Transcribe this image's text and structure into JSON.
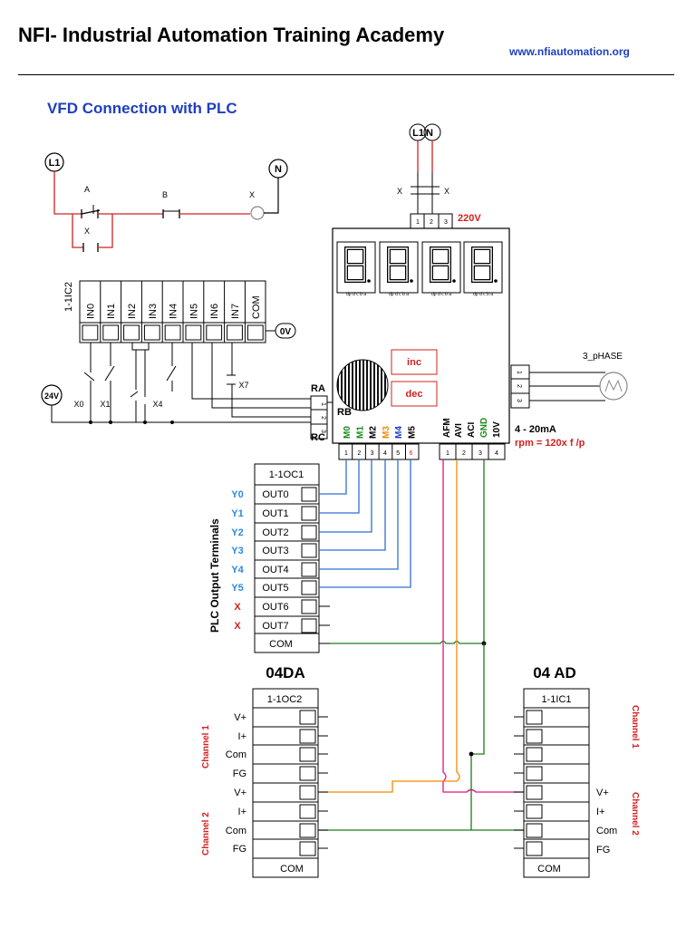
{
  "header": {
    "title": "NFI- Industrial Automation Training Academy",
    "url": "www.nfiautomation.org"
  },
  "page_title": "VFD Connection with PLC",
  "colors": {
    "blue": "#1f3fbf",
    "red": "#d42020",
    "green": "#1a8a1a",
    "orange": "#f08a00",
    "magenta": "#e0158a",
    "wire_blue": "#2f6fd0",
    "wire_green": "#1d7a1d"
  },
  "motor_circuit": {
    "l1": "L1",
    "n": "N",
    "contact_a": "A",
    "contact_b": "B",
    "contact_x": "X",
    "coil_x": "X"
  },
  "input_module": {
    "name": "1-1IC2",
    "terminals": [
      "IN0",
      "IN1",
      "IN2",
      "IN3",
      "IN4",
      "IN5",
      "IN6",
      "IN7",
      "COM"
    ],
    "zero_v": "0V",
    "supply": "24V",
    "contacts": [
      "X0",
      "X1",
      "X4",
      "X7"
    ]
  },
  "vfd": {
    "supply_l1": "L1",
    "supply_n": "N",
    "supply_contacts": [
      "X",
      "X"
    ],
    "supply_pins": [
      "1",
      "2",
      "3"
    ],
    "voltage": "220V",
    "inc": "inc",
    "dec": "dec",
    "relay_labels": [
      "RA",
      "RB",
      "RC"
    ],
    "relay_pins": [
      "1",
      "2",
      "3"
    ],
    "motor_label": "3_pHASE",
    "motor_pins": [
      "1",
      "2",
      "3"
    ],
    "multi_inputs": [
      "M0",
      "M1",
      "M2",
      "M3",
      "M4",
      "M5"
    ],
    "multi_pins": [
      "1",
      "2",
      "3",
      "4",
      "5",
      "6"
    ],
    "analog_terms": [
      "AFM",
      "AVI",
      "ACI",
      "GND",
      "10V"
    ],
    "analog_pins": [
      "1",
      "2",
      "3",
      "4"
    ],
    "current_range": "4 - 20mA",
    "rpm_formula": "rpm = 120x f /p",
    "segment_letters": "dp d c b a"
  },
  "output_module": {
    "name": "1-1OC1",
    "side_title": "PLC Output Terminals",
    "terminals": [
      "OUT0",
      "OUT1",
      "OUT2",
      "OUT3",
      "OUT4",
      "OUT5",
      "OUT6",
      "OUT7"
    ],
    "labels": [
      "Y0",
      "Y1",
      "Y2",
      "Y3",
      "Y4",
      "Y5",
      "X",
      "X"
    ],
    "com": "COM"
  },
  "da_module": {
    "title": "04DA",
    "name": "1-1OC2",
    "channel1": "Channel 1",
    "channel2": "Channel 2",
    "terminals": [
      "V+",
      "I+",
      "Com",
      "FG",
      "V+",
      "I+",
      "Com",
      "FG"
    ],
    "com": "COM"
  },
  "ad_module": {
    "title": "04 AD",
    "name": "1-1IC1",
    "channel1": "Channel 1",
    "channel2": "Channel 2",
    "terminals": [
      "V+",
      "I+",
      "Com",
      "FG"
    ],
    "com": "COM"
  }
}
